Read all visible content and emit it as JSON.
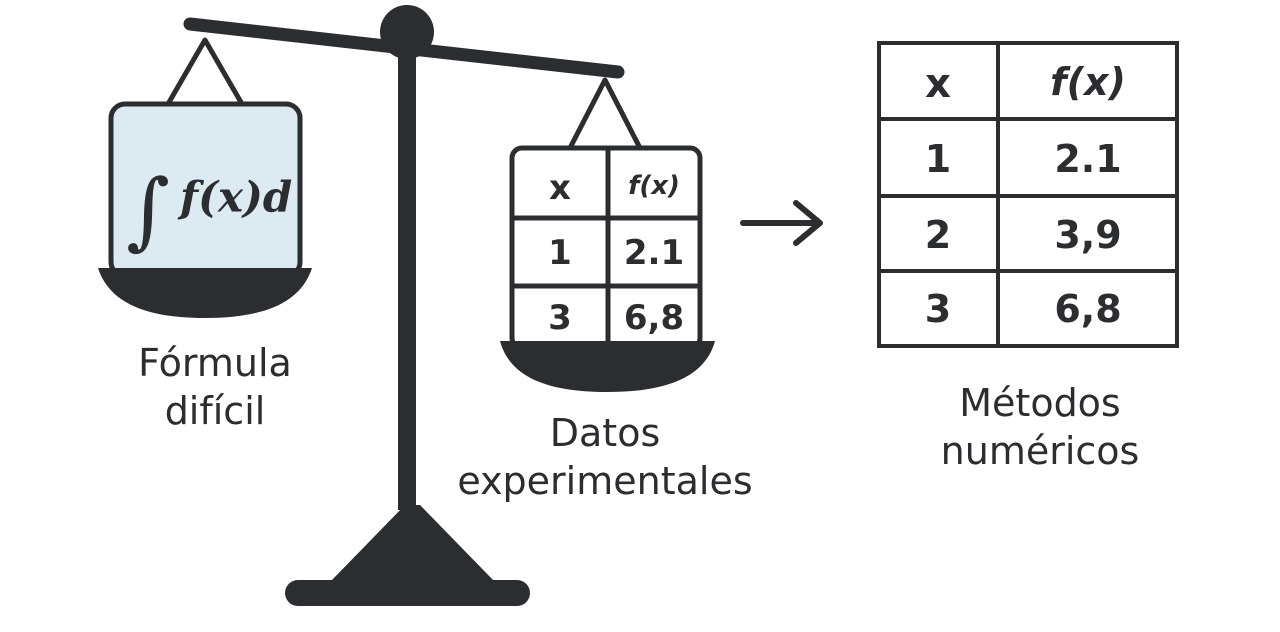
{
  "left_pan": {
    "formula": "f(x)d",
    "label_line1": "Fórmula",
    "label_line2": "difícil"
  },
  "middle_pan": {
    "headers": [
      "x",
      "f(x)"
    ],
    "rows": [
      [
        "1",
        "2.1"
      ],
      [
        "3",
        "6,8"
      ]
    ],
    "label_line1": "Datos",
    "label_line2": "experimentales"
  },
  "right_table": {
    "headers": [
      "x",
      "f(x)"
    ],
    "rows": [
      [
        "1",
        "2.1"
      ],
      [
        "2",
        "3,9"
      ],
      [
        "3",
        "6,8"
      ]
    ],
    "label_line1": "Métodos",
    "label_line2": "numéricos"
  },
  "colors": {
    "dark": "#2b2d31",
    "formula_panel": "#dcebf2"
  },
  "icons": [
    "balance-scale-icon",
    "arrow-right-icon",
    "integral-sign-icon"
  ]
}
